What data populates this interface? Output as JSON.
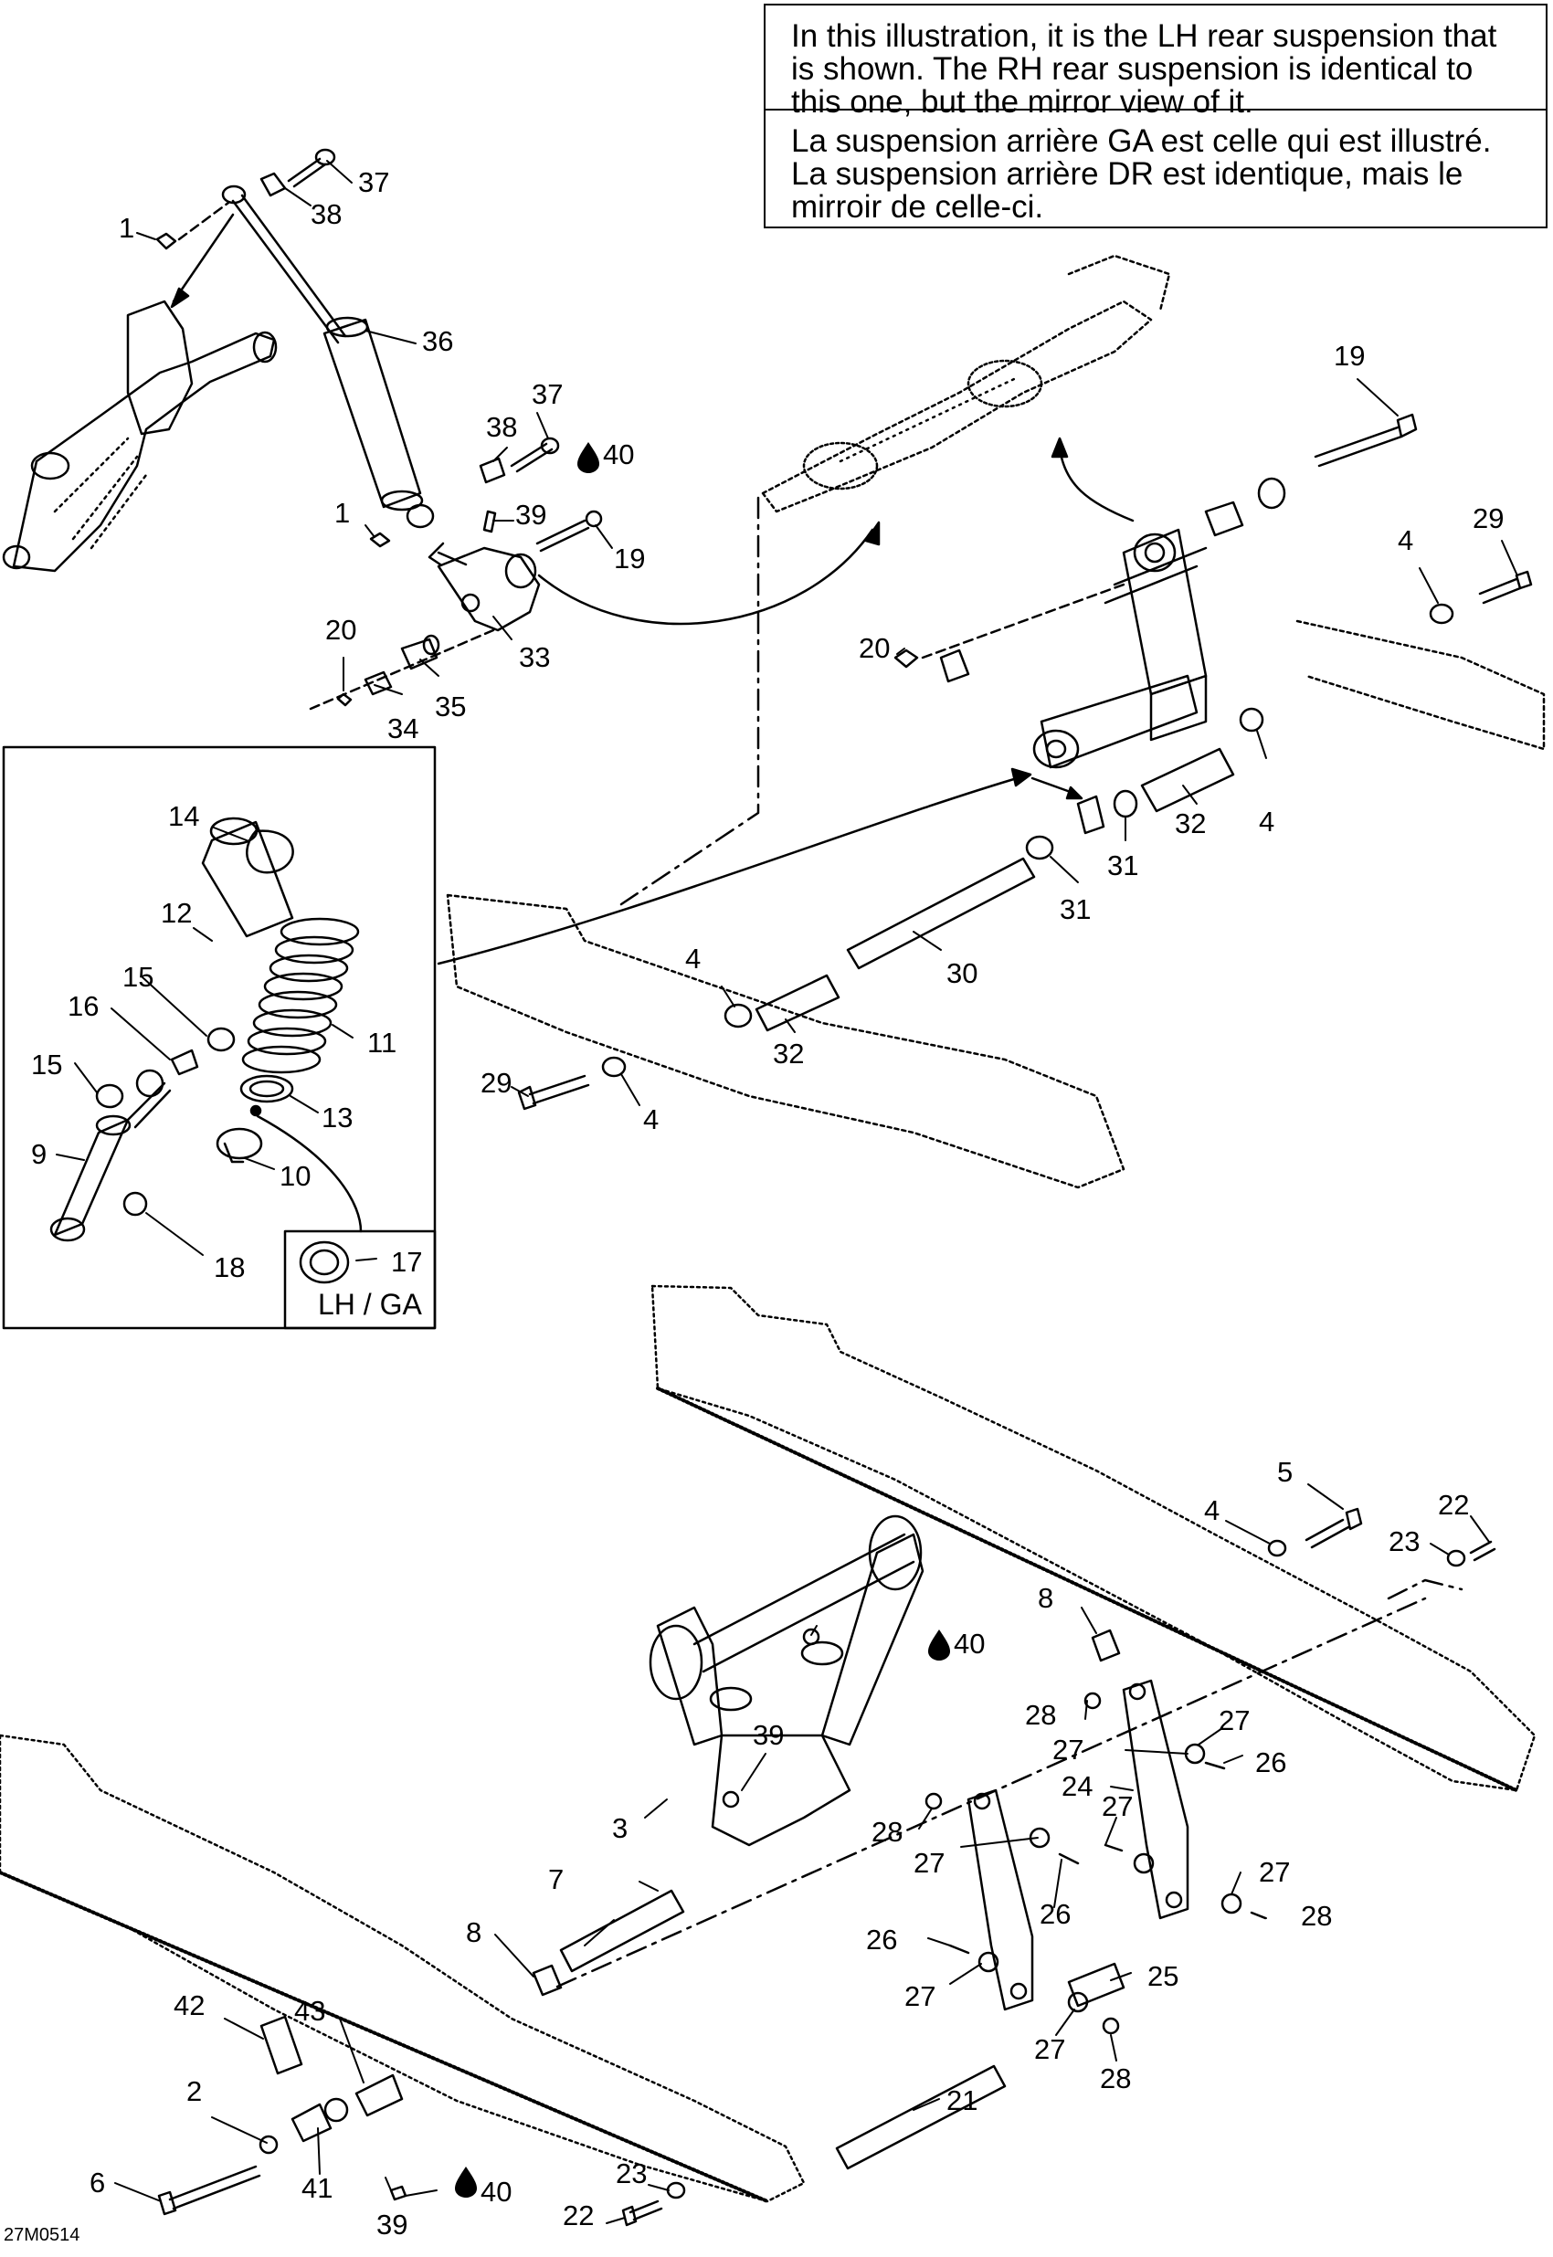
{
  "note": {
    "english": "In this illustration, it is the LH rear suspension that\nis shown. The RH rear suspension is identical to\nthis one, but the mirror view of it.",
    "french": "La suspension arrière GA est celle qui est illustré.\nLa suspension arrière DR est identique, mais le\nmirroir de celle-ci."
  },
  "inset": {
    "side_label": "LH / GA"
  },
  "drawing_code": "27M0514",
  "icons": {
    "lubricant": "oil-drop-icon"
  },
  "callouts": [
    "1",
    "2",
    "3",
    "4",
    "5",
    "6",
    "7",
    "8",
    "9",
    "10",
    "11",
    "12",
    "13",
    "14",
    "15",
    "16",
    "17",
    "18",
    "19",
    "20",
    "21",
    "22",
    "23",
    "24",
    "25",
    "26",
    "27",
    "28",
    "29",
    "30",
    "31",
    "32",
    "33",
    "34",
    "35",
    "36",
    "37",
    "38",
    "39",
    "40",
    "41",
    "42",
    "43"
  ]
}
